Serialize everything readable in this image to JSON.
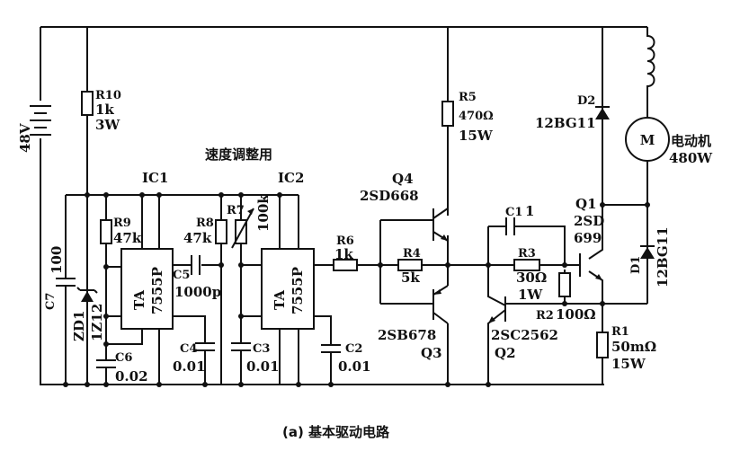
{
  "caption": "(a) 基本驱动电路",
  "battery": {
    "label": "48V"
  },
  "speed_adjust_label": "速度调整用",
  "ics": [
    {
      "name": "IC1",
      "part_line1": "TA",
      "part_line2": "7555P"
    },
    {
      "name": "IC2",
      "part_line1": "TA",
      "part_line2": "7555P"
    }
  ],
  "resistors": {
    "R10": {
      "name": "R10",
      "value": "1k",
      "power": "3W"
    },
    "R9": {
      "name": "R9",
      "value": "47k"
    },
    "R8": {
      "name": "R8",
      "value": "47k"
    },
    "R7": {
      "name": "R7",
      "value": "100k"
    },
    "R6": {
      "name": "R6",
      "value": "1k"
    },
    "R5": {
      "name": "R5",
      "value": "470Ω",
      "power": "15W"
    },
    "R4": {
      "name": "R4",
      "value": "5k"
    },
    "R3": {
      "name": "R3",
      "value": "30Ω",
      "power": "1W"
    },
    "R2": {
      "name": "R2",
      "value": "100Ω"
    },
    "R1": {
      "name": "R1",
      "value": "50mΩ",
      "power": "15W"
    }
  },
  "capacitors": {
    "C7": {
      "name": "C7",
      "value": "100"
    },
    "C6": {
      "name": "C6",
      "value": "0.02"
    },
    "C5": {
      "name": "C5",
      "value": "1000p"
    },
    "C4": {
      "name": "C4",
      "value": "0.01"
    },
    "C3": {
      "name": "C3",
      "value": "0.01"
    },
    "C2": {
      "name": "C2",
      "value": "0.01"
    },
    "C1": {
      "name": "C1",
      "value": "1"
    }
  },
  "zener": {
    "name": "ZD1",
    "part": "1Z12"
  },
  "transistors": {
    "Q1": {
      "name": "Q1",
      "part_line1": "2SD",
      "part_line2": "699"
    },
    "Q2": {
      "name": "Q2",
      "part": "2SC2562"
    },
    "Q3": {
      "name": "Q3",
      "part": "2SB678"
    },
    "Q4": {
      "name": "Q4",
      "part": "2SD668"
    }
  },
  "diodes": {
    "D1": {
      "name": "D1",
      "part": "12BG11"
    },
    "D2": {
      "name": "D2",
      "part": "12BG11"
    }
  },
  "motor": {
    "symbol": "M",
    "label": "电动机",
    "power": "480W"
  }
}
